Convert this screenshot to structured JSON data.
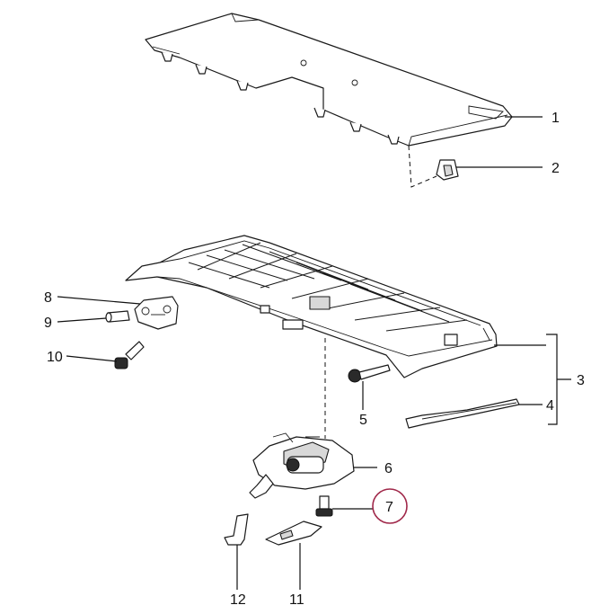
{
  "diagram": {
    "type": "exploded-parts-diagram",
    "callouts": [
      {
        "id": "1",
        "label": "1"
      },
      {
        "id": "2",
        "label": "2"
      },
      {
        "id": "3",
        "label": "3"
      },
      {
        "id": "4",
        "label": "4"
      },
      {
        "id": "5",
        "label": "5"
      },
      {
        "id": "6",
        "label": "6"
      },
      {
        "id": "7",
        "label": "7",
        "highlighted": true
      },
      {
        "id": "8",
        "label": "8"
      },
      {
        "id": "9",
        "label": "9"
      },
      {
        "id": "10",
        "label": "10"
      },
      {
        "id": "11",
        "label": "11"
      },
      {
        "id": "12",
        "label": "12"
      }
    ],
    "colors": {
      "line": "#1a1a1a",
      "background": "#ffffff",
      "highlight_ring": "#a0284a"
    }
  }
}
